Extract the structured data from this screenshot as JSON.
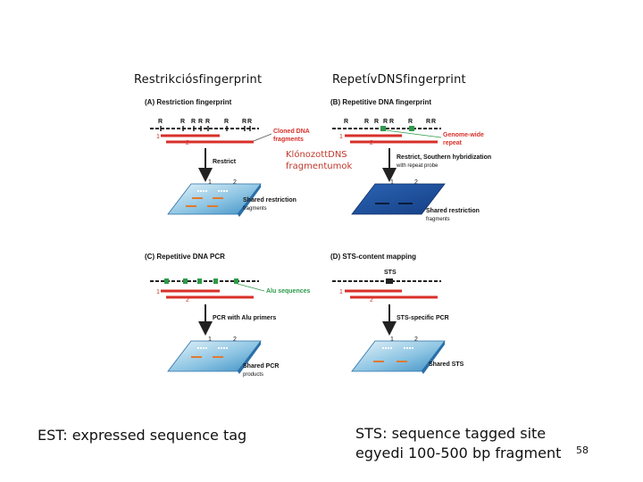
{
  "slide": {
    "title_left": "Restrikciósfingerprint",
    "title_right": "RepetívDNSfingerprint",
    "red_note_line1": "KlónozottDNS",
    "red_note_line2": "fragmentumok",
    "bottom_left": "EST: expressed sequence tag",
    "bottom_right_line1": "STS: sequence tagged site",
    "bottom_right_line2": "egyedi 100-500 bp fragment",
    "page_number": "58"
  },
  "panels": {
    "a": {
      "title": "(A) Restriction fingerprint",
      "site": "R",
      "label_1": "1",
      "label_2": "2",
      "callout": "Cloned DNA fragments",
      "callout_line1": "Cloned DNA",
      "callout_line2": "fragments",
      "step": "Restrict",
      "gel_label_line1": "Shared restriction",
      "gel_label_line2": "fragments"
    },
    "b": {
      "title": "(B) Repetitive DNA fingerprint",
      "site": "R",
      "label_1": "1",
      "label_2": "2",
      "callout_line1": "Genome-wide",
      "callout_line2": "repeat",
      "step_line1": "Restrict, Southern hybridization",
      "step_line2": "with repeat probe",
      "gel_label_line1": "Shared restriction",
      "gel_label_line2": "fragments"
    },
    "c": {
      "title": "(C) Repetitive DNA PCR",
      "label_1": "1",
      "label_2": "2",
      "callout": "Alu sequences",
      "step": "PCR with Alu primers",
      "gel_label_line1": "Shared PCR",
      "gel_label_line2": "products"
    },
    "d": {
      "title": "(D) STS-content mapping",
      "sts": "STS",
      "label_1": "1",
      "label_2": "2",
      "step": "STS-specific PCR",
      "gel_label": "Shared STS"
    }
  },
  "colors": {
    "dna_red": "#d8302a",
    "callout_red": "#d8302a",
    "repeat_green": "#2e9a4a",
    "gel_blue": "#3d8fc4",
    "gel_dark": "#1d4f9c",
    "band_orange": "#e07a2e"
  }
}
